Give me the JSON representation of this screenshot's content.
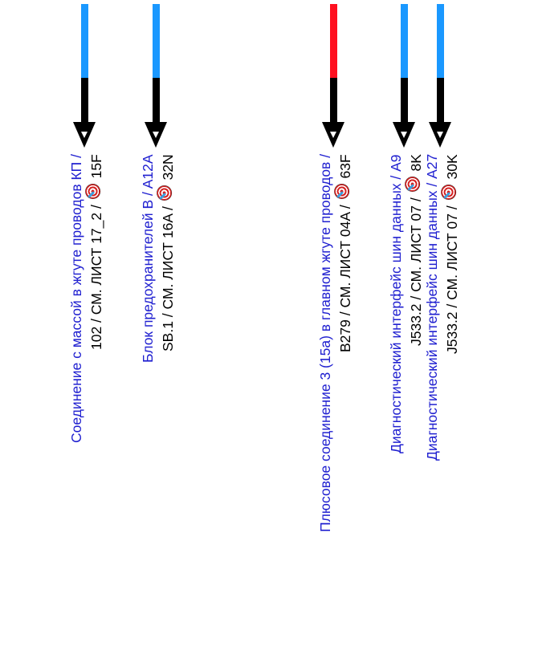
{
  "colors": {
    "wire_blue": "#1a98ff",
    "wire_red": "#ff1020",
    "label_blue": "#2020d0"
  },
  "connectors": [
    {
      "wire_color": "#1a98ff",
      "title": "Соединение с массой в жгуте проводов КП /",
      "ref_prefix": "102 / СМ. ЛИСТ 17_2 /",
      "icon": "target-icon",
      "ref_code": "15F"
    },
    {
      "wire_color": "#1a98ff",
      "title": "Блок предохранителей B / A12A",
      "ref_prefix": "SB.1 / СМ. ЛИСТ 16A /",
      "icon": "target-icon",
      "ref_code": "32N"
    },
    {
      "wire_color": "#ff1020",
      "title": "Плюсовое соединение 3 (15a) в главном жгуте проводов /",
      "ref_prefix": "B279 / СМ. ЛИСТ 04A /",
      "icon": "target-icon",
      "ref_code": "63F"
    },
    {
      "wire_color": "#1a98ff",
      "title": "Диагностический интерфейс шин данных / A9",
      "ref_prefix": "J533.2 / СМ. ЛИСТ 07 /",
      "icon": "target-icon",
      "ref_code": "8K"
    },
    {
      "wire_color": "#1a98ff",
      "title": "Диагностический интерфейс шин данных / A27",
      "ref_prefix": "J533.2 / СМ. ЛИСТ 07 /",
      "icon": "target-icon",
      "ref_code": "30K"
    }
  ]
}
